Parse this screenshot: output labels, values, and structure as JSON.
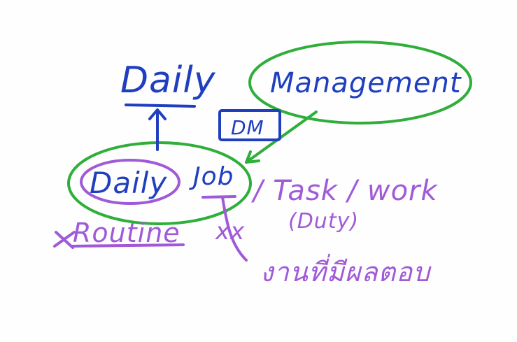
{
  "board": {
    "words": {
      "daily": "Daily",
      "management": "Management",
      "dm": "DM",
      "daily_job_word1": "Daily",
      "daily_job_word2": "Job",
      "task_work": "/ Task / work",
      "duty": "(Duty)",
      "routine": "Routine",
      "xx": "xx",
      "thai_note": "งานที่มีผลตอบ"
    },
    "colors": {
      "blue": "#1f3fbf",
      "green": "#2fae3a",
      "purple": "#a05ad8"
    }
  }
}
